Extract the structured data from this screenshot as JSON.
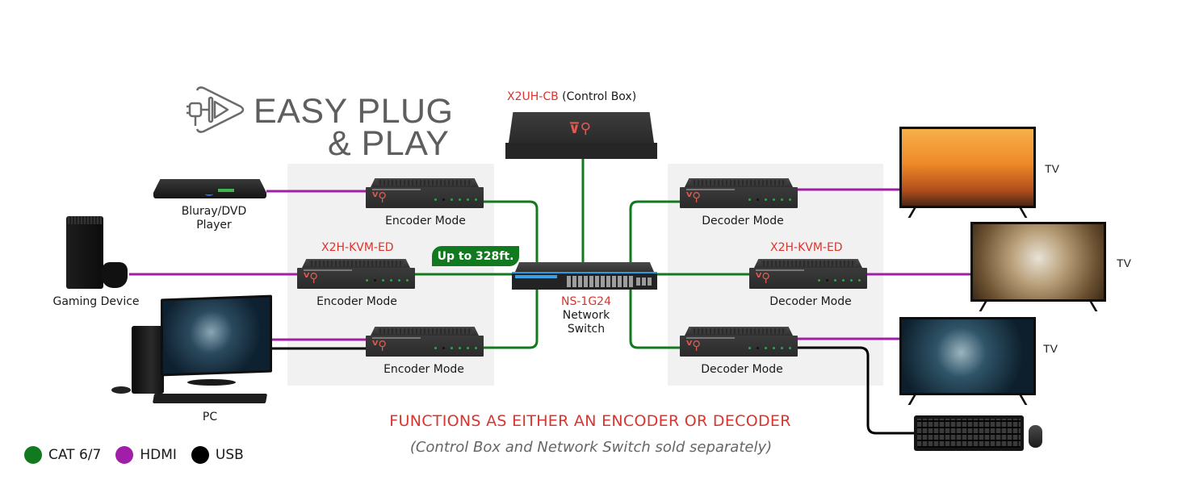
{
  "title": {
    "line1": "EASY PLUG",
    "line2": "& PLAY",
    "icon": "plug-play-icon"
  },
  "control_box": {
    "model": "X2UH-CB",
    "description": "(Control Box)"
  },
  "network_switch": {
    "model": "NS-1G24",
    "line1": "Network",
    "line2": "Switch"
  },
  "distance_badge": "Up to 328ft.",
  "encoders": [
    {
      "label": "Encoder Mode"
    },
    {
      "model": "X2H-KVM-ED",
      "label": "Encoder Mode"
    },
    {
      "label": "Encoder Mode"
    }
  ],
  "decoders": [
    {
      "label": "Decoder Mode"
    },
    {
      "model": "X2H-KVM-ED",
      "label": "Decoder Mode"
    },
    {
      "label": "Decoder Mode"
    }
  ],
  "sources": [
    {
      "line1": "Bluray/DVD",
      "line2": "Player"
    },
    {
      "line1": "Gaming Device"
    },
    {
      "line1": "PC"
    }
  ],
  "displays": [
    {
      "label": "TV"
    },
    {
      "label": "TV"
    },
    {
      "label": "TV"
    }
  ],
  "headline": "FUNCTIONS AS EITHER AN ENCODER OR DECODER",
  "note": "(Control Box and Network Switch sold separately)",
  "legend": [
    {
      "label": "CAT 6/7",
      "color": "#127a1e"
    },
    {
      "label": "HDMI",
      "color": "#a01ea8"
    },
    {
      "label": "USB",
      "color": "#000000"
    }
  ],
  "colors": {
    "accent_red": "#d9352f",
    "cat_green": "#127a1e",
    "hdmi_purple": "#a01ea8",
    "usb_black": "#000000",
    "panel_gray": "#f1f1f1",
    "title_gray": "#5e5e5e"
  }
}
